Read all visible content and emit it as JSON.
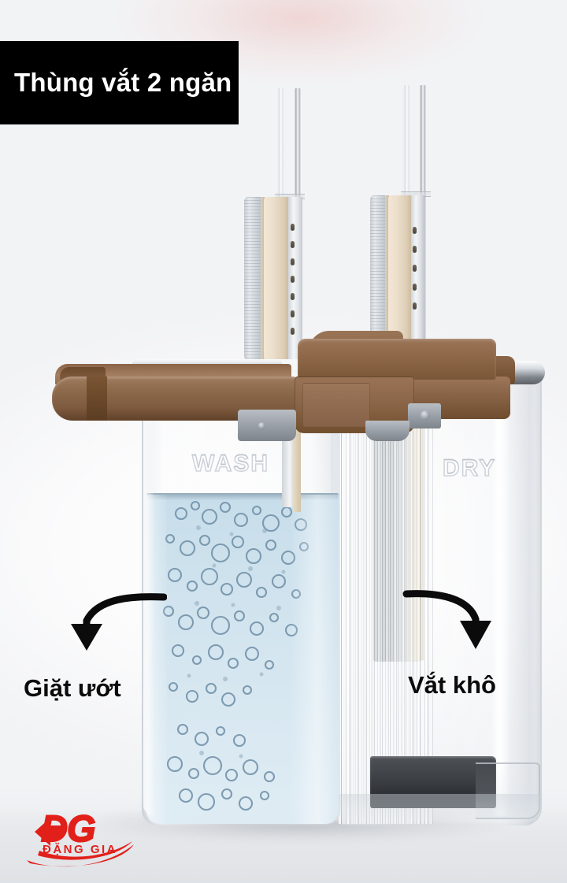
{
  "banner": {
    "title": "Thùng vắt 2 ngăn"
  },
  "product": {
    "chamber_wash_emboss": "WASH",
    "chamber_dry_emboss": "DRY"
  },
  "annotations": [
    {
      "label": "Giặt ướt",
      "icon": "curved-arrow-down-left-icon",
      "side": "left"
    },
    {
      "label": "Vắt khô",
      "icon": "curved-arrow-down-right-icon",
      "side": "right"
    }
  ],
  "logo": {
    "mark": "DG",
    "name": "ĐẶNG GIA",
    "icon": "dg-brand-logo-icon"
  },
  "colors": {
    "banner_bg": "#000000",
    "banner_text": "#ffffff",
    "brand_red": "#e2201a",
    "lid_brown": "#8e6a4c",
    "lid_brown_dark": "#5f4129",
    "water_blue": "#cbe0ec",
    "pad_cream": "#ece0cd",
    "tray_dark": "#3b3f44",
    "page_bg": "#ffffff"
  }
}
